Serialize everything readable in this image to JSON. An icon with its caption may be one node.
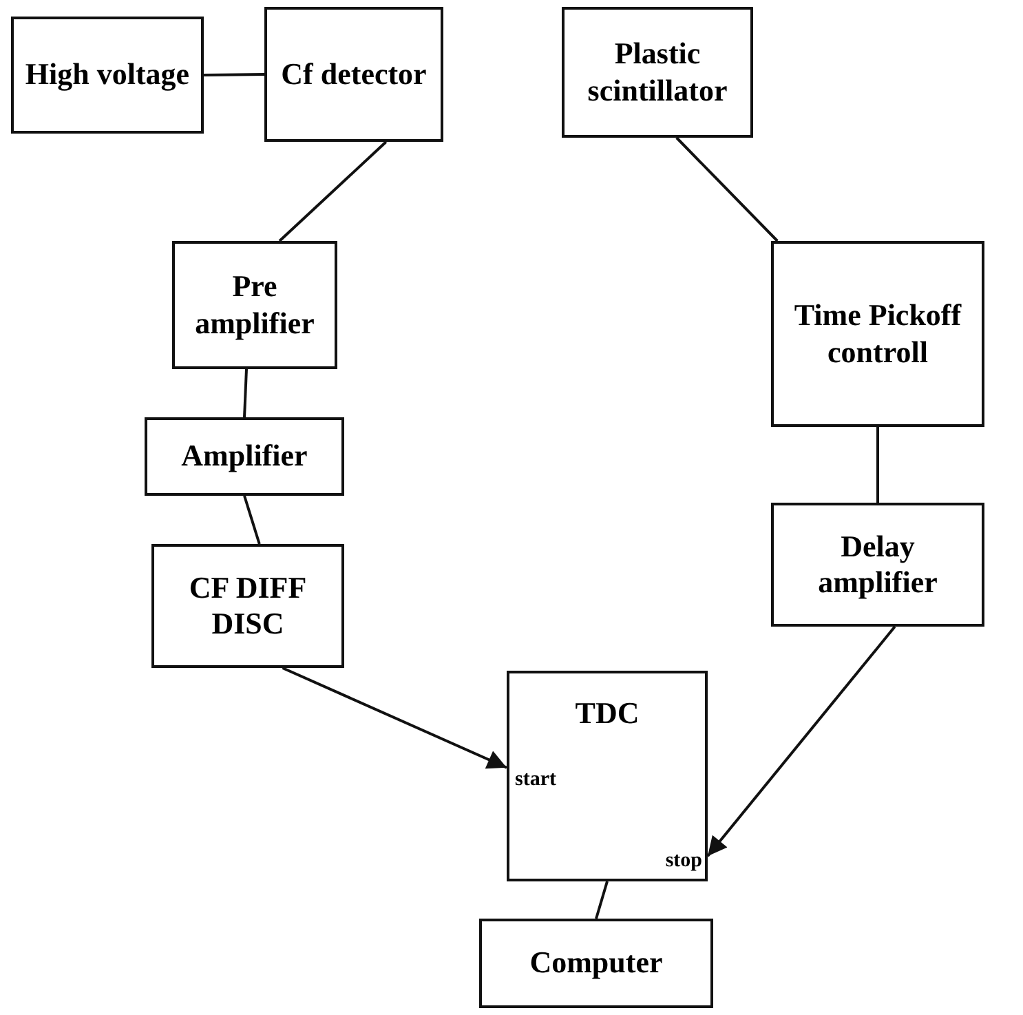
{
  "diagram": {
    "nodes": [
      {
        "text": [
          "High voltage"
        ]
      },
      {
        "text": [
          "Cf detector"
        ]
      },
      {
        "text": [
          "Plastic scintillator"
        ]
      },
      {
        "text": [
          "Pre amplifier"
        ]
      },
      {
        "text": [
          "Time Pickoff controll"
        ]
      },
      {
        "text": [
          "Amplifier"
        ]
      },
      {
        "text": [
          "CF DIFF DISC"
        ]
      },
      {
        "text": [
          "Delay amplifier"
        ]
      },
      {
        "text": [
          "TDC",
          "start",
          "stop"
        ]
      },
      {
        "text": [
          "Computer"
        ]
      }
    ],
    "edges": [
      {
        "from": 0,
        "to": 1,
        "arrow": "none"
      },
      {
        "from": 1,
        "to": 3,
        "arrow": "none"
      },
      {
        "from": 2,
        "to": 4,
        "arrow": "none"
      },
      {
        "from": 3,
        "to": 5,
        "arrow": "none"
      },
      {
        "from": 5,
        "to": 6,
        "arrow": "none"
      },
      {
        "from": 4,
        "to": 7,
        "arrow": "none"
      },
      {
        "from": 6,
        "to": 8,
        "arrow": "to"
      },
      {
        "from": 7,
        "to": 8,
        "arrow": "to"
      },
      {
        "from": 8,
        "to": 9,
        "arrow": "none"
      }
    ]
  }
}
